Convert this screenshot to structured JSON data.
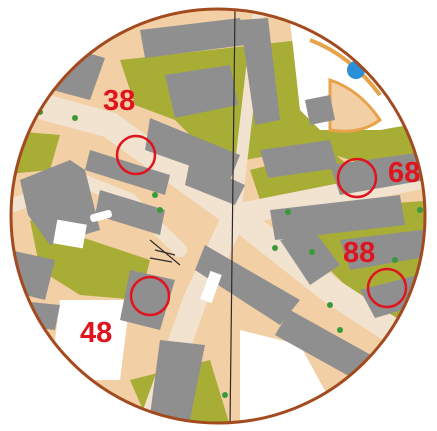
{
  "map": {
    "colors": {
      "paved": "#f3cfa6",
      "road": "#f1e3cf",
      "building": "#8f8f8f",
      "green": "#a7ad35",
      "white": "#ffffff",
      "frame": "#a34a1e",
      "control": "#e0141e",
      "water": "#2a8fd6",
      "lineBlack": "#2b2b2b",
      "orange": "#e7a24a"
    }
  },
  "controls": [
    {
      "id": "38",
      "label": "38"
    },
    {
      "id": "68",
      "label": "68"
    },
    {
      "id": "88",
      "label": "88"
    },
    {
      "id": "48",
      "label": "48"
    }
  ]
}
